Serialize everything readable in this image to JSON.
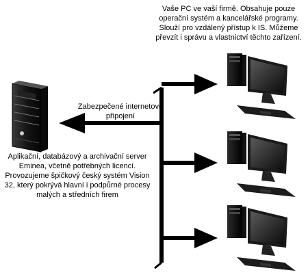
{
  "texts": {
    "pc_note": "Vaše PC ve vaší firmě. Obsahuje pouze operační systém a kancelářské programy. Slouží pro vzdálený přístup k IS. Můžeme převzít i správu a vlastnictví těchto zařízení.",
    "connection_label": "Zabezpečené internetové připojení",
    "server_note": "Aplikační, databázový a archivační server Eminea, včetně potřebných licencí. Provozujeme špičkový český systém Vision 32, který pokrývá hlavní i podpůrné procesy malých a středních firem"
  },
  "icons": {
    "server": "tower-server-icon",
    "workstation": "desktop-pc-icon"
  },
  "colors": {
    "line": "#000000",
    "background": "#ffffff"
  }
}
